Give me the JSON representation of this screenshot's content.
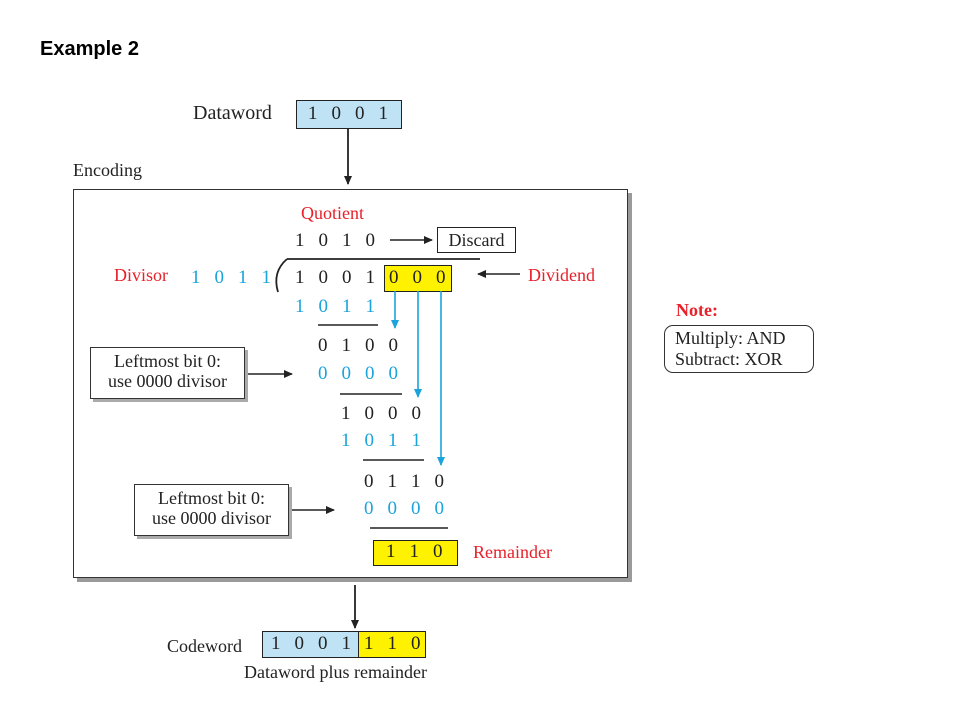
{
  "title": "Example 2",
  "dataword": {
    "label": "Dataword",
    "bits": [
      "1",
      "0",
      "0",
      "1"
    ]
  },
  "encoding_label": "Encoding",
  "quotient": {
    "label": "Quotient",
    "bits": [
      "1",
      "0",
      "1",
      "0"
    ],
    "discard": "Discard"
  },
  "divisor": {
    "label": "Divisor",
    "bits": [
      "1",
      "0",
      "1",
      "1"
    ]
  },
  "dividend": {
    "label": "Dividend",
    "bits": [
      "1",
      "0",
      "0",
      "1"
    ],
    "appended": [
      "0",
      "0",
      "0"
    ]
  },
  "steps": {
    "s1_sub": [
      "1",
      "0",
      "1",
      "1"
    ],
    "s2_res": [
      "0",
      "1",
      "0",
      "0"
    ],
    "s2_sub": [
      "0",
      "0",
      "0",
      "0"
    ],
    "s3_res": [
      "1",
      "0",
      "0",
      "0"
    ],
    "s3_sub": [
      "1",
      "0",
      "1",
      "1"
    ],
    "s4_res": [
      "0",
      "1",
      "1",
      "0"
    ],
    "s4_sub": [
      "0",
      "0",
      "0",
      "0"
    ]
  },
  "callout1": {
    "line1": "Leftmost bit 0:",
    "line2": "use 0000 divisor"
  },
  "callout2": {
    "line1": "Leftmost bit 0:",
    "line2": "use 0000 divisor"
  },
  "remainder": {
    "label": "Remainder",
    "bits": [
      "1",
      "1",
      "0"
    ]
  },
  "note": {
    "title": "Note:",
    "line1": "Multiply: AND",
    "line2": "Subtract: XOR"
  },
  "codeword": {
    "label": "Codeword",
    "data_bits": [
      "1",
      "0",
      "0",
      "1"
    ],
    "rem_bits": [
      "1",
      "1",
      "0"
    ],
    "caption": "Dataword plus remainder"
  },
  "colors": {
    "red": "#e8202a",
    "blue": "#1aa3dc",
    "yellow": "#fff200",
    "lightblue": "#bfe3f5"
  }
}
